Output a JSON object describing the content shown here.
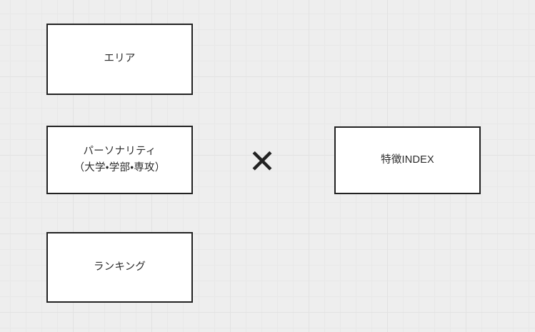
{
  "diagram": {
    "background": {
      "style": "graph-paper-grid",
      "base_color": "#eeeeee",
      "minor_line_color": "#e8e8e8",
      "major_line_color": "#e2e2e2"
    },
    "box_border_color": "#222222",
    "box_fill_color": "#ffffff",
    "text_color": "#2b2b2b",
    "left_group": [
      {
        "id": "area",
        "label": "エリア"
      },
      {
        "id": "personality",
        "label": "パーソナリティ\n（大学・学部・専攻）"
      },
      {
        "id": "ranking",
        "label": "ランキング"
      }
    ],
    "operator": {
      "id": "multiply",
      "symbol": "✕",
      "name": "multiplication-cross"
    },
    "right_group": [
      {
        "id": "feature-index",
        "label": "特徴INDEX"
      }
    ]
  }
}
